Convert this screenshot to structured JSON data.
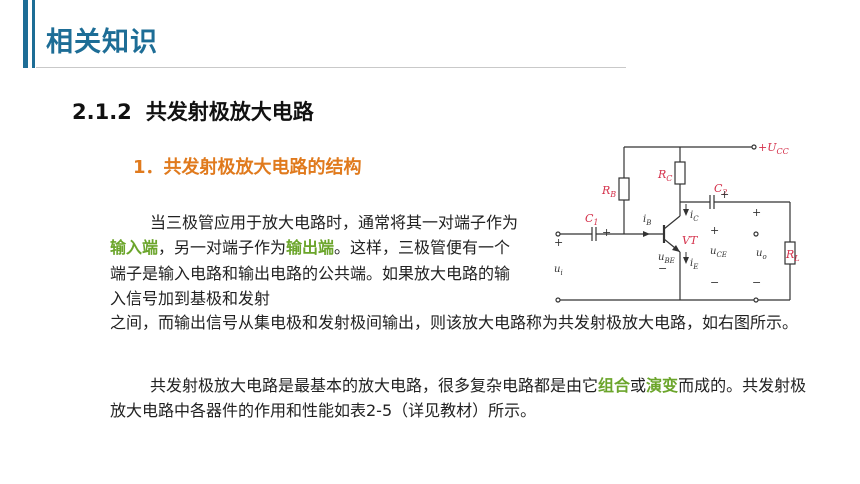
{
  "header": {
    "title": "相关知识"
  },
  "section": {
    "number": "2.1.2",
    "title": "共发射极放大电路"
  },
  "subsection": {
    "title": "1．共发射极放大电路的结构"
  },
  "paragraph1": {
    "part1": "当三极管应用于放大电路时，通常将其一对端子作为",
    "hl1": "输入端",
    "part2": "，另一对端子作为",
    "hl2": "输出端",
    "part3": "。这样，三极管便有一个端子是输入电路和输出电路的公共端。如果放大电路的输入信号加到基极和发射"
  },
  "paragraph2": {
    "text": "之间，而输出信号从集电极和发射极间输出，则该放大电路称为共发射极放大电路，如右图所示。"
  },
  "paragraph3": {
    "part1": "共发射极放大电路是最基本的放大电路，很多复杂电路都是由它",
    "hl1": "组合",
    "mid": "或",
    "hl2": "演变",
    "part2": "而成的。共发射极放大电路中各器件的作用和性能如表2-5（详见教材）所示。"
  },
  "circuit": {
    "ucc": "+U",
    "ucc_sub": "CC",
    "rb": "R",
    "rb_sub": "B",
    "rc": "R",
    "rc_sub": "C",
    "c1": "C",
    "c1_sub": "1",
    "c2": "C",
    "c2_sub": "2",
    "ib": "i",
    "ib_sub": "B",
    "ic": "i",
    "ic_sub": "C",
    "vt": "VT",
    "ube": "u",
    "ube_sub": "BE",
    "uce": "u",
    "uce_sub": "CE",
    "ie": "i",
    "ie_sub": "E",
    "ui": "u",
    "ui_sub": "i",
    "uo": "u",
    "uo_sub": "o",
    "rl": "R",
    "rl_sub": "L",
    "plus": "+",
    "minus": "−",
    "colors": {
      "labels": "#d4304a",
      "wires": "#333333"
    }
  }
}
